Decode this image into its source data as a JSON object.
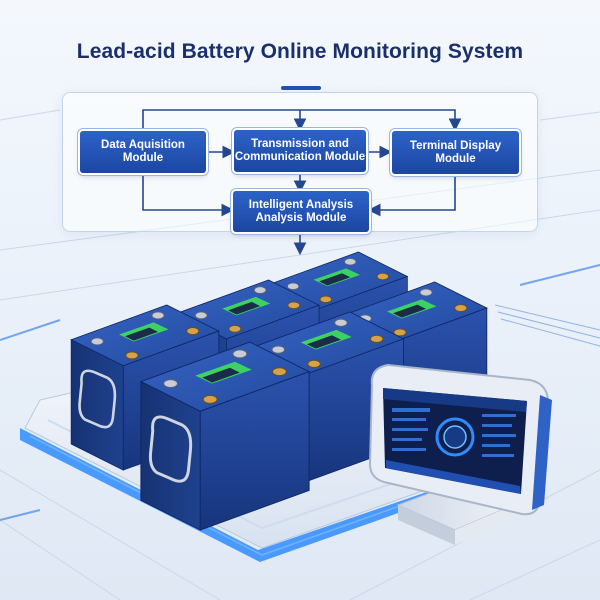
{
  "title": "Lead-acid Battery Online Monitoring System",
  "modules": {
    "acquisition": "Data Aquisition\nModule",
    "transmission": "Transmission and\nCommunication Module",
    "display": "Terminal Display\nModule",
    "analysis": "Intelligent Analysis\nAnalysis Module"
  },
  "colors": {
    "title": "#1b2f6b",
    "module_fill": "#1f4fb0",
    "battery_body": "#1e3f8f",
    "indicator_green": "#3ee05a",
    "glow_blue": "#2f8cff"
  },
  "icons": [
    "flow-arrow-icon",
    "battery-terminal-icon",
    "handle-icon",
    "status-light-icon",
    "gauge-icon"
  ]
}
